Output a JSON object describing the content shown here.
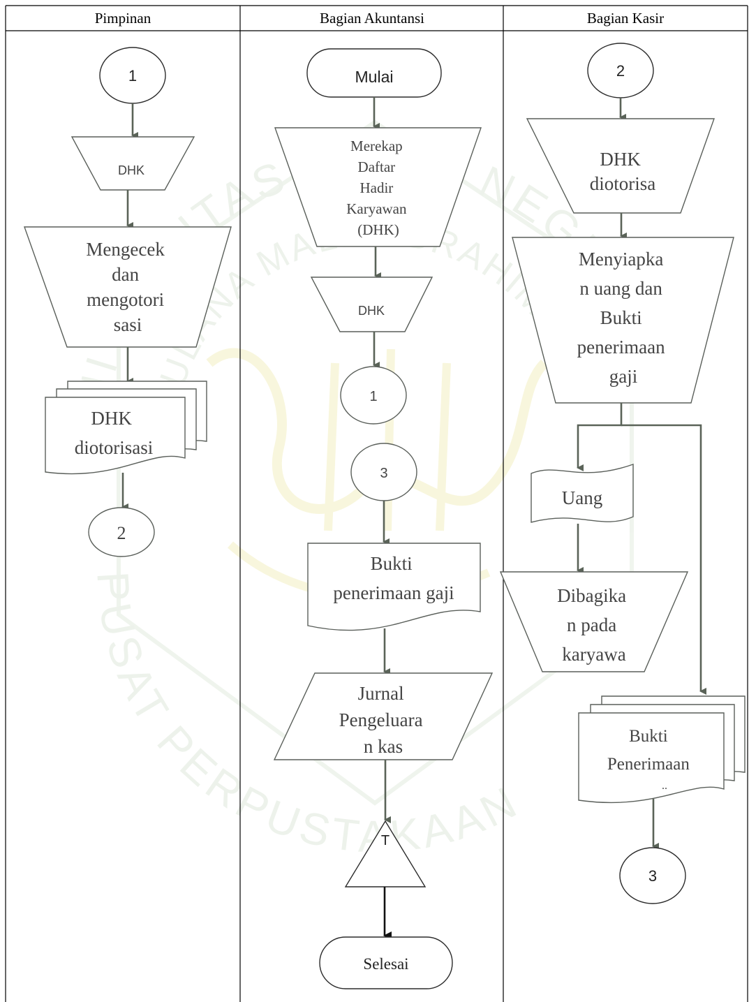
{
  "columns": [
    {
      "id": "pimpinan",
      "label": "Pimpinan"
    },
    {
      "id": "akuntansi",
      "label": "Bagian Akuntansi"
    },
    {
      "id": "kasir",
      "label": "Bagian Kasir"
    }
  ],
  "watermark": {
    "arc_top": "UNIVERSITAS ISLAM NEGERI",
    "arc_mid": "MAULANA MALIK IBRAHIM",
    "arc_bottom": "PUSAT PERPUSTAKAAN"
  },
  "pimpinan": {
    "connector_in": "1",
    "doc_in": "DHK",
    "process": [
      "Mengecek",
      "dan",
      "mengotori",
      "sasi"
    ],
    "doc_out": [
      "DHK",
      "diotorisasi"
    ],
    "connector_out": "2"
  },
  "akuntansi": {
    "start": "Mulai",
    "process": [
      "Merekap",
      "Daftar",
      "Hadir",
      "Karyawan",
      "(DHK)"
    ],
    "doc_dhk": "DHK",
    "connector_1": "1",
    "connector_3": "3",
    "doc_bukti": [
      "Bukti",
      "penerimaan gaji"
    ],
    "journal": [
      "Jurnal",
      "Pengeluara",
      "n kas"
    ],
    "archive": "T",
    "end": "Selesai"
  },
  "kasir": {
    "connector_in": "2",
    "doc_in": [
      "DHK",
      "diotorisa"
    ],
    "process": [
      "Menyiapka",
      "n uang dan",
      "Bukti",
      "penerimaan",
      "gaji"
    ],
    "uang": "Uang",
    "distribute": [
      "Dibagika",
      "n pada",
      "karyawa"
    ],
    "doc_bukti": [
      "Bukti",
      "Penerimaan",
      ".."
    ],
    "connector_out": "3"
  }
}
